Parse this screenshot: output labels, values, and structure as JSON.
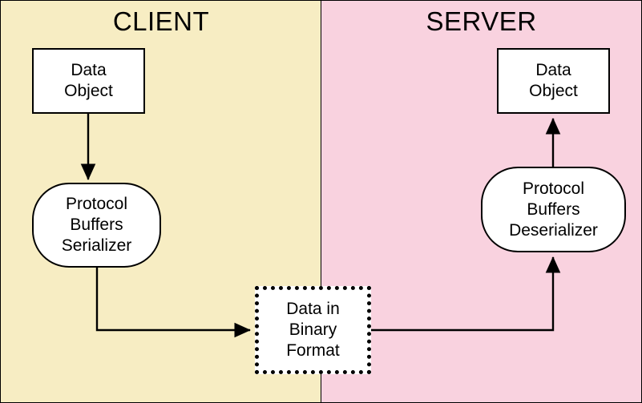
{
  "diagram": {
    "title": "Protocol Buffers client-server serialization flow",
    "colors": {
      "client_background": "#f7edc3",
      "server_background": "#f9d2df",
      "node_fill": "#ffffff",
      "stroke": "#000000"
    },
    "panes": [
      {
        "id": "client",
        "label": "CLIENT",
        "background": "#f7edc3"
      },
      {
        "id": "server",
        "label": "SERVER",
        "background": "#f9d2df"
      }
    ],
    "nodes": [
      {
        "id": "client-data-object",
        "shape": "rectangle",
        "pane": "client",
        "lines": [
          "Data",
          "Object"
        ]
      },
      {
        "id": "protocol-buffers-serializer",
        "shape": "rounded-rectangle",
        "pane": "client",
        "lines": [
          "Protocol",
          "Buffers",
          "Serializer"
        ]
      },
      {
        "id": "data-in-binary-format",
        "shape": "dotted-rectangle",
        "pane": "boundary",
        "lines": [
          "Data in",
          "Binary",
          "Format"
        ]
      },
      {
        "id": "protocol-buffers-deserializer",
        "shape": "rounded-rectangle",
        "pane": "server",
        "lines": [
          "Protocol",
          "Buffers",
          "Deserializer"
        ]
      },
      {
        "id": "server-data-object",
        "shape": "rectangle",
        "pane": "server",
        "lines": [
          "Data",
          "Object"
        ]
      }
    ],
    "edges": [
      {
        "id": "edge-data-object-to-serializer",
        "from": "client-data-object",
        "to": "protocol-buffers-serializer",
        "label": "",
        "arrow": "end"
      },
      {
        "id": "edge-serializer-to-binary",
        "from": "protocol-buffers-serializer",
        "to": "data-in-binary-format",
        "label": "",
        "arrow": "end"
      },
      {
        "id": "edge-binary-to-deserializer",
        "from": "data-in-binary-format",
        "to": "protocol-buffers-deserializer",
        "label": "",
        "arrow": "end"
      },
      {
        "id": "edge-deserializer-to-data-object",
        "from": "protocol-buffers-deserializer",
        "to": "server-data-object",
        "label": "",
        "arrow": "end"
      }
    ]
  }
}
